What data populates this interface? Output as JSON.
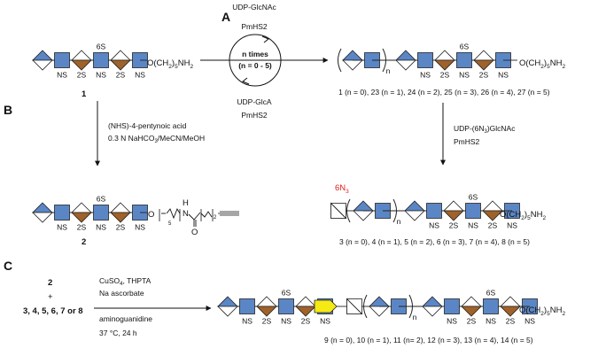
{
  "panels": {
    "a": "A",
    "b": "B",
    "c": "C"
  },
  "colors": {
    "glcnac": "#5b86c5",
    "glca_iduronic": "#a0622a",
    "alkyne_linker": "#f5ea14",
    "azido_red": "#e01b1b"
  },
  "labels": {
    "ns": "NS",
    "two_s": "2S",
    "six_s": "6S",
    "n": "n",
    "linker": "O(CH2)5NH2",
    "compound_1": "1",
    "compound_2": "2"
  },
  "cycle": {
    "top_reagent": "UDP-GlcNAc",
    "top_enzyme": "PmHS2",
    "center_title": "n times",
    "center_range": "(n = 0 - 5)",
    "bottom_reagent": "UDP-GlcA",
    "bottom_enzyme": "PmHS2"
  },
  "extended_series": "1 (n = 0), 23 (n = 1), 24 (n = 2), 25 (n = 3), 26 (n = 4), 27 (n = 5)",
  "arrow_b": {
    "reagent": "(NHS)-4-pentynoic acid",
    "conditions": "0.3 N NaHCO3/MeCN/MeOH"
  },
  "arrow_right": {
    "reagent": "UDP-(6N3)GlcNAc",
    "enzyme": "PmHS2"
  },
  "azide_label": "6N3",
  "compound_2_linker": {
    "o": "O",
    "sub5": "5",
    "nh": "H",
    "n": "N",
    "sub2": "2",
    "carbonyl_o": "O"
  },
  "azide_series": "3 (n = 0), 4 (n = 1), 5 (n = 2), 6 (n = 3), 7 (n = 4), 8 (n = 5)",
  "panel_c": {
    "reactant_1": "2",
    "plus": "+",
    "reactant_2": "3, 4, 5, 6, 7 or 8",
    "conditions": [
      "CuSO4, THPTA",
      "Na ascorbate",
      "aminoguanidine",
      "37 °C, 24 h"
    ]
  },
  "click_series": "9 (n = 0), 10 (n = 1), 11 (n= 2), 12 (n = 3), 13 (n = 4), 14 (n = 5)"
}
